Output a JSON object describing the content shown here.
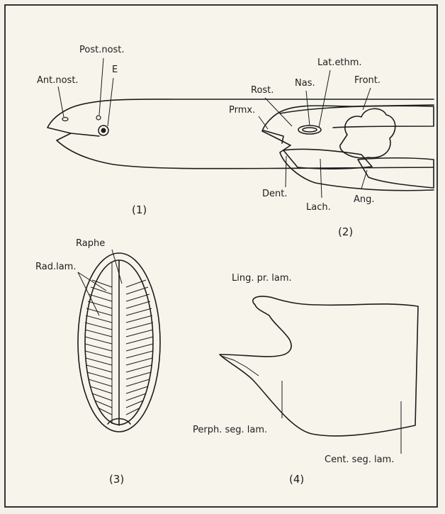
{
  "figures": [
    {
      "caption": "(1)",
      "labels": {
        "post_nost": "Post.nost.",
        "e": "E",
        "ant_nost": "Ant.nost."
      }
    },
    {
      "caption": "(2)",
      "labels": {
        "lat_ethm": "Lat.ethm.",
        "rost": "Rost.",
        "nas": "Nas.",
        "front": "Front.",
        "prmx": "Prmx.",
        "dent": "Dent.",
        "lach": "Lach.",
        "ang": "Ang."
      }
    },
    {
      "caption": "(3)",
      "labels": {
        "raphe": "Raphe",
        "rad_lam": "Rad.lam."
      }
    },
    {
      "caption": "(4)",
      "labels": {
        "ling_pr_lam": "Ling. pr. lam.",
        "perph_seg_lam": "Perph. seg. lam.",
        "cent_seg_lam": "Cent. seg. lam."
      }
    }
  ],
  "colors": {
    "paper": "#f7f4ec",
    "ink": "#1c1c1c"
  }
}
